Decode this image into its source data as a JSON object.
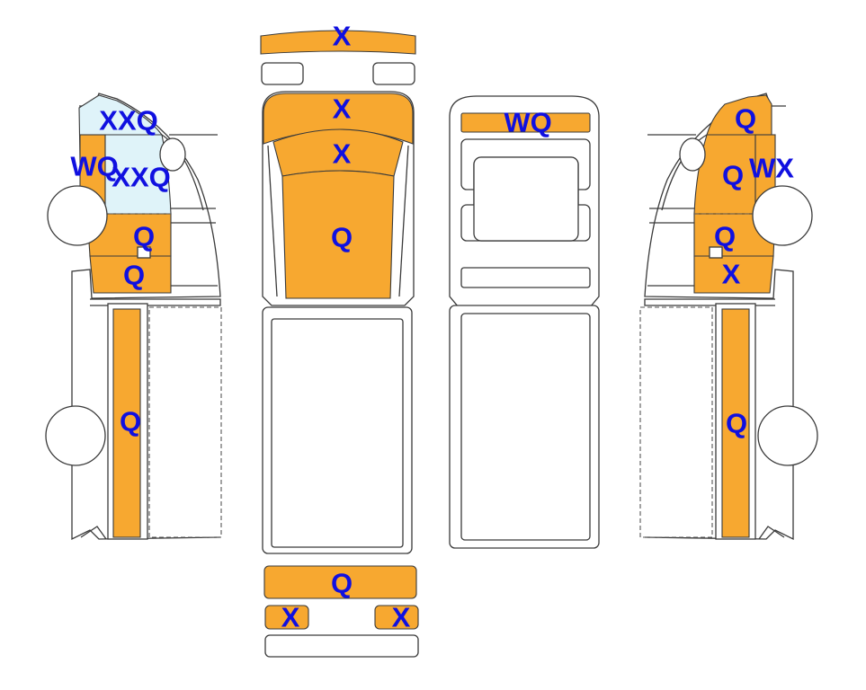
{
  "colors": {
    "damage_fill": "#f7a830",
    "glass_fill": "#dff3f9",
    "outline": "#3a3a3a",
    "code_text": "#1010e0",
    "background": "#ffffff"
  },
  "labels": {
    "top_bumper": "X",
    "top_hood_front": "X",
    "top_windshield": "X",
    "top_roof": "Q",
    "rear_bumper": "Q",
    "rear_left_corner": "X",
    "rear_right_corner": "X",
    "bottom_top_panel": "WQ",
    "left_window": "XXQ",
    "left_pillar": "WQ",
    "left_door_glass": "XXQ",
    "left_door_upper": "Q",
    "left_door_lower": "Q",
    "left_bed_rail": "Q",
    "right_roof": "Q",
    "right_pillar_a": "Q",
    "right_pillar_b": "WX",
    "right_door_upper": "Q",
    "right_door_lower": "X",
    "right_bed_rail": "Q"
  }
}
